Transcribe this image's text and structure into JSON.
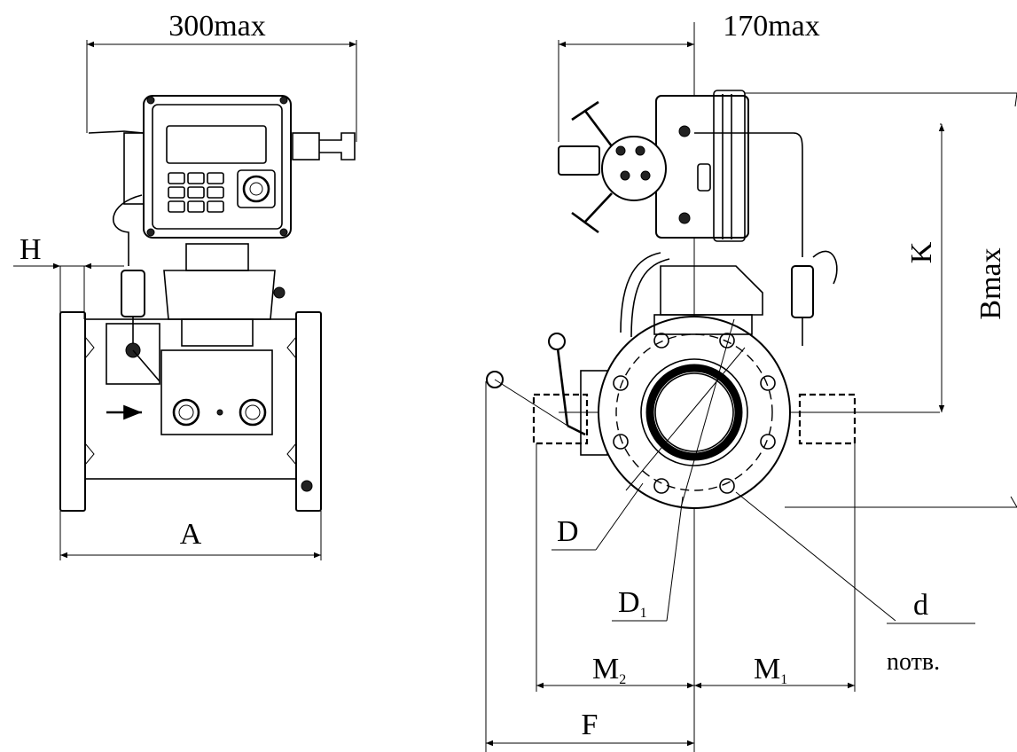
{
  "labels": {
    "width_max": "300max",
    "depth_max": "170max",
    "h": "H",
    "a": "A",
    "k": "K",
    "b_max": "Bmax",
    "d": "D",
    "d1_main": "D",
    "d1_sub": "1",
    "d_small": "d",
    "n_holes": "nотв.",
    "m2_main": "M",
    "m2_sub": "2",
    "m1_main": "M",
    "m1_sub": "1",
    "f": "F"
  }
}
